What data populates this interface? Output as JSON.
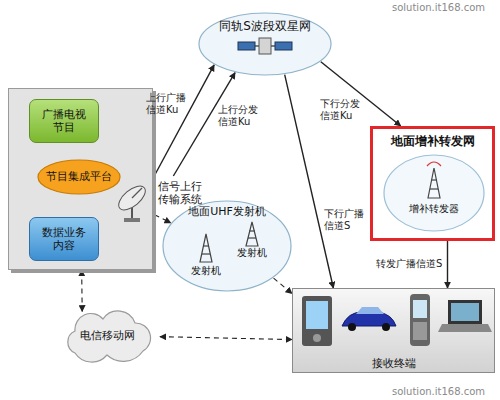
{
  "diagram": {
    "nodes": [
      {
        "text": [
          "同轨S波段双星网"
        ]
      },
      {
        "text": []
      },
      {
        "text": [
          "广播电视节目"
        ],
        "in": 1
      },
      {
        "text": [
          "节目集成平台"
        ],
        "in": 1
      },
      {
        "text": [
          "数据业务内容"
        ],
        "in": 1
      },
      {
        "text": [
          "信号上行传输系统"
        ]
      },
      {
        "text": [
          "地面增补转发网"
        ]
      },
      {
        "text": [
          "增补转发器"
        ],
        "in": 6
      },
      {
        "text": [
          "地面UHF发射机"
        ]
      },
      {
        "text": [
          "发射机"
        ],
        "in": 8
      },
      {
        "text": [
          "发射机"
        ],
        "in": 8
      },
      {
        "text": [
          "电信移动网"
        ]
      },
      {
        "text": [
          "接收终端"
        ]
      }
    ],
    "edges": [
      {
        "from": 5,
        "to": 0,
        "label": "上行广播信道Ku",
        "arrow": "to"
      },
      {
        "from": 5,
        "to": 0,
        "label": "上行分发信道Ku",
        "arrow": "to"
      },
      {
        "from": 0,
        "to": 6,
        "label": "下行分发信道Ku",
        "arrow": "to"
      },
      {
        "from": 0,
        "to": 12,
        "label": "下行广播信道S",
        "arrow": "to"
      },
      {
        "from": 6,
        "to": 12,
        "label": "转发广播信道S",
        "arrow": "to"
      },
      {
        "from": 3,
        "to": 8,
        "arrow": "to"
      },
      {
        "from": 8,
        "to": 12,
        "arrow": "to"
      },
      {
        "from": 11,
        "to": 1,
        "arrow": "both"
      },
      {
        "from": 11,
        "to": 12,
        "arrow": "both"
      }
    ],
    "labels": [
      "solution.it168.com",
      "solution.it168.com"
    ]
  }
}
